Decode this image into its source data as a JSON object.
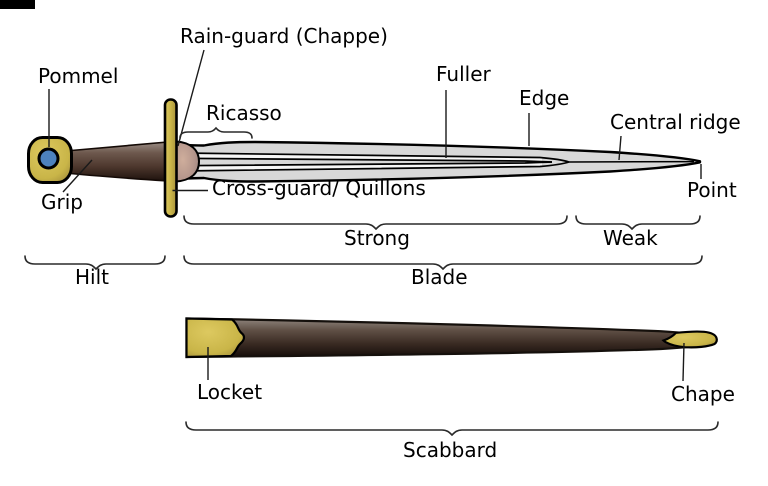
{
  "title": "Sword parts diagram",
  "labels": {
    "pommel": "Pommel",
    "rain_guard": "Rain-guard (Chappe)",
    "ricasso": "Ricasso",
    "fuller": "Fuller",
    "edge": "Edge",
    "central_ridge": "Central ridge",
    "point": "Point",
    "grip": "Grip",
    "cross_guard": "Cross-guard/ Quillons",
    "strong": "Strong",
    "weak": "Weak",
    "hilt": "Hilt",
    "blade": "Blade",
    "locket": "Locket",
    "chape": "Chape",
    "scabbard": "Scabbard"
  },
  "colors": {
    "background": "#ffffff",
    "outline": "#000000",
    "gold": "#c9b548",
    "gold_light": "#ddc960",
    "gold_dark": "#a08b38",
    "pommel_inset_blue": "#4d82bd",
    "blade_steel": "#d8d8d8",
    "fuller_highlight": "#f6f6f6",
    "grip_brown_light": "#9a8d85",
    "grip_brown_dark": "#1e120d",
    "scabbard_brown_light": "#8f857d",
    "scabbard_brown_dark": "#150d0a",
    "rain_guard_tan": "#c9a795"
  }
}
